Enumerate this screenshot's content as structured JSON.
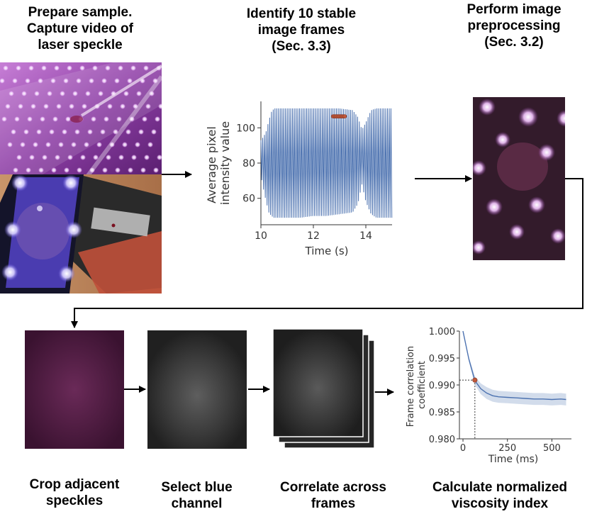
{
  "steps": {
    "capture": "Prepare sample.\nCapture video of\nlaser speckle",
    "identify": "Identify 10 stable\nimage frames\n(Sec. 3.3)",
    "preprocess": "Perform image\npreprocessing\n(Sec. 3.2)",
    "crop": "Crop adjacent\nspeckles",
    "select": "Select blue\nchannel",
    "correlate": "Correlate across\nframes",
    "calculate": "Calculate normalized\nviscosity index"
  },
  "colors": {
    "signal": "#4c72b0",
    "marker": "#c0583a",
    "speckle_purple": "#b060c0",
    "crop_purple": "#4a1a3a"
  },
  "chart_data": [
    {
      "type": "line",
      "xlabel": "Time (s)",
      "ylabel": "Average pixel\nintensity value",
      "x_ticks": [
        "10",
        "12",
        "14"
      ],
      "y_ticks": [
        "60",
        "80",
        "100"
      ],
      "xlim": [
        10,
        15
      ],
      "ylim": [
        45,
        115
      ],
      "envelope": {
        "x": [
          10.0,
          10.1,
          10.2,
          10.3,
          10.4,
          10.5,
          10.6,
          11.0,
          11.5,
          12.0,
          12.5,
          13.0,
          13.5,
          13.7,
          13.85,
          14.0,
          14.2,
          14.4,
          14.6,
          15.0
        ],
        "upper": [
          93,
          95,
          98,
          104,
          109,
          111,
          111,
          111,
          111,
          111,
          111,
          111,
          110,
          106,
          99,
          103,
          110,
          111,
          111,
          111
        ],
        "lower": [
          73,
          65,
          58,
          52,
          50,
          49,
          49,
          49,
          49,
          50,
          50,
          51,
          52,
          57,
          68,
          58,
          51,
          49,
          49,
          49
        ]
      },
      "oscillation_period_s": 0.067,
      "stable_frames": {
        "x": [
          12.75,
          12.8,
          12.85,
          12.9,
          12.95,
          13.0,
          13.05,
          13.1,
          13.15,
          13.2
        ],
        "y": [
          106.5,
          106.5,
          106.5,
          106.5,
          106.5,
          106.5,
          106.5,
          106.5,
          106.5,
          106.5
        ]
      }
    },
    {
      "type": "line",
      "xlabel": "Time (ms)",
      "ylabel": "Frame correlation\ncoefficient",
      "x_ticks": [
        "0",
        "250",
        "500"
      ],
      "y_ticks": [
        "0.980",
        "0.985",
        "0.990",
        "0.995",
        "1.000"
      ],
      "xlim": [
        -20,
        610
      ],
      "ylim": [
        0.98,
        1.0
      ],
      "series": [
        {
          "x": [
            0,
            33,
            67,
            100,
            133,
            167,
            200,
            250,
            300,
            350,
            400,
            450,
            500,
            550,
            580
          ],
          "y": [
            1.0,
            0.9948,
            0.9908,
            0.9893,
            0.9885,
            0.988,
            0.9878,
            0.9877,
            0.9876,
            0.9875,
            0.9874,
            0.9874,
            0.9873,
            0.9874,
            0.9873
          ],
          "band": [
            0.0,
            0.0004,
            0.0008,
            0.001,
            0.0011,
            0.0011,
            0.0011,
            0.0011,
            0.0011,
            0.0011,
            0.0011,
            0.0011,
            0.0011,
            0.0011,
            0.0011
          ]
        }
      ],
      "highlight_point": {
        "x": 67,
        "y": 0.9909
      }
    }
  ]
}
